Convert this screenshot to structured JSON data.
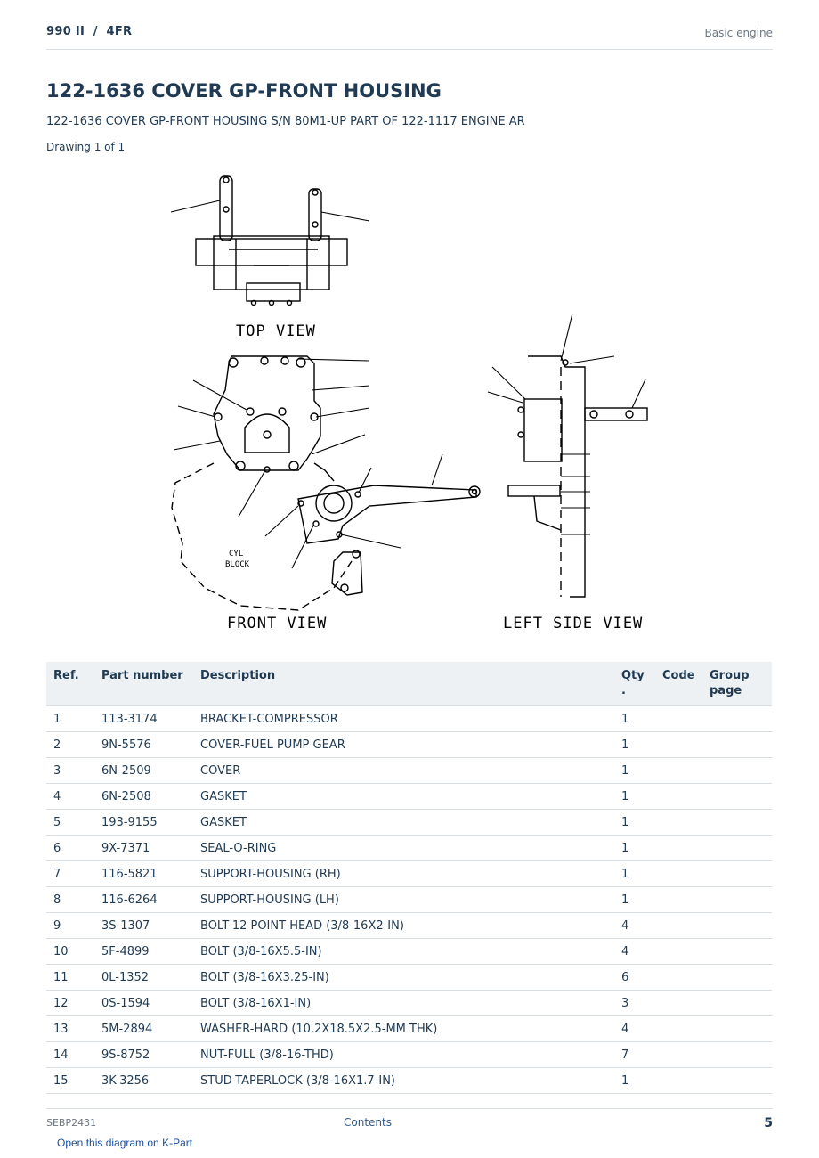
{
  "header": {
    "left": "990 II  /  4FR",
    "right": "Basic engine"
  },
  "title": "122-1636 COVER GP-FRONT HOUSING",
  "subtitle": "122-1636 COVER GP-FRONT HOUSING S/N 80M1-UP PART OF 122-1117 ENGINE AR",
  "drawing_label": "Drawing 1 of 1",
  "diagram": {
    "top_view": "TOP VIEW",
    "front_view": "FRONT VIEW",
    "left_side_view": "LEFT SIDE VIEW",
    "cyl": "CYL",
    "block": "BLOCK"
  },
  "table": {
    "headers": {
      "ref": "Ref.",
      "part_number": "Part number",
      "description": "Description",
      "qty": "Qty",
      "qty_suffix": ".",
      "code": "Code",
      "group": "Group",
      "group2": "page"
    },
    "rows": [
      {
        "ref": "1",
        "part": "113-3174",
        "desc": "BRACKET-COMPRESSOR",
        "qty": "1"
      },
      {
        "ref": "2",
        "part": "9N-5576",
        "desc": "COVER-FUEL PUMP GEAR",
        "qty": "1"
      },
      {
        "ref": "3",
        "part": "6N-2509",
        "desc": "COVER",
        "qty": "1"
      },
      {
        "ref": "4",
        "part": "6N-2508",
        "desc": "GASKET",
        "qty": "1"
      },
      {
        "ref": "5",
        "part": "193-9155",
        "desc": "GASKET",
        "qty": "1"
      },
      {
        "ref": "6",
        "part": "9X-7371",
        "desc": "SEAL-O-RING",
        "qty": "1"
      },
      {
        "ref": "7",
        "part": "116-5821",
        "desc": "SUPPORT-HOUSING (RH)",
        "qty": "1"
      },
      {
        "ref": "8",
        "part": "116-6264",
        "desc": "SUPPORT-HOUSING (LH)",
        "qty": "1"
      },
      {
        "ref": "9",
        "part": "3S-1307",
        "desc": "BOLT-12 POINT HEAD (3/8-16X2-IN)",
        "qty": "4"
      },
      {
        "ref": "10",
        "part": "5F-4899",
        "desc": "BOLT (3/8-16X5.5-IN)",
        "qty": "4"
      },
      {
        "ref": "11",
        "part": "0L-1352",
        "desc": "BOLT (3/8-16X3.25-IN)",
        "qty": "6"
      },
      {
        "ref": "12",
        "part": "0S-1594",
        "desc": "BOLT (3/8-16X1-IN)",
        "qty": "3"
      },
      {
        "ref": "13",
        "part": "5M-2894",
        "desc": "WASHER-HARD (10.2X18.5X2.5-MM THK)",
        "qty": "4"
      },
      {
        "ref": "14",
        "part": "9S-8752",
        "desc": "NUT-FULL (3/8-16-THD)",
        "qty": "7"
      },
      {
        "ref": "15",
        "part": "3K-3256",
        "desc": "STUD-TAPERLOCK (3/8-16X1.7-IN)",
        "qty": "1"
      }
    ]
  },
  "footer": {
    "left": "SEBP2431",
    "middle": "Contents",
    "page": "5"
  },
  "kpart_link": "Open this diagram on K-Part"
}
